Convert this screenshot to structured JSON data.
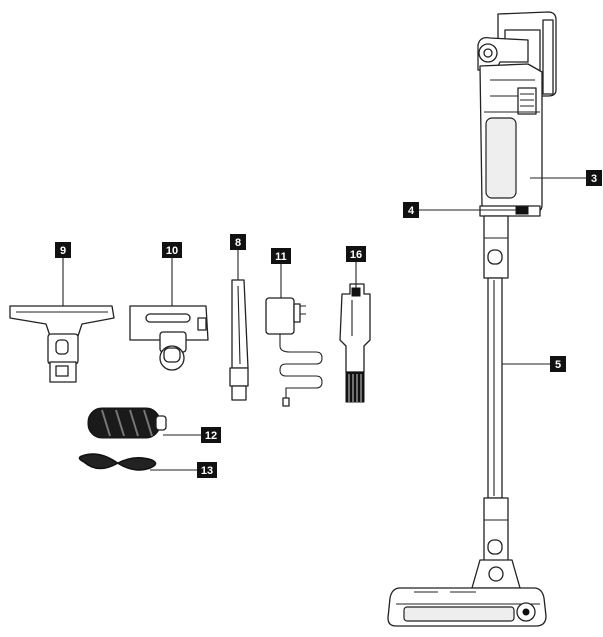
{
  "labels": {
    "l3": "3",
    "l4": "4",
    "l5": "5",
    "l8": "8",
    "l9": "9",
    "l10": "10",
    "l11": "11",
    "l12": "12",
    "l13": "13",
    "l16": "16"
  }
}
